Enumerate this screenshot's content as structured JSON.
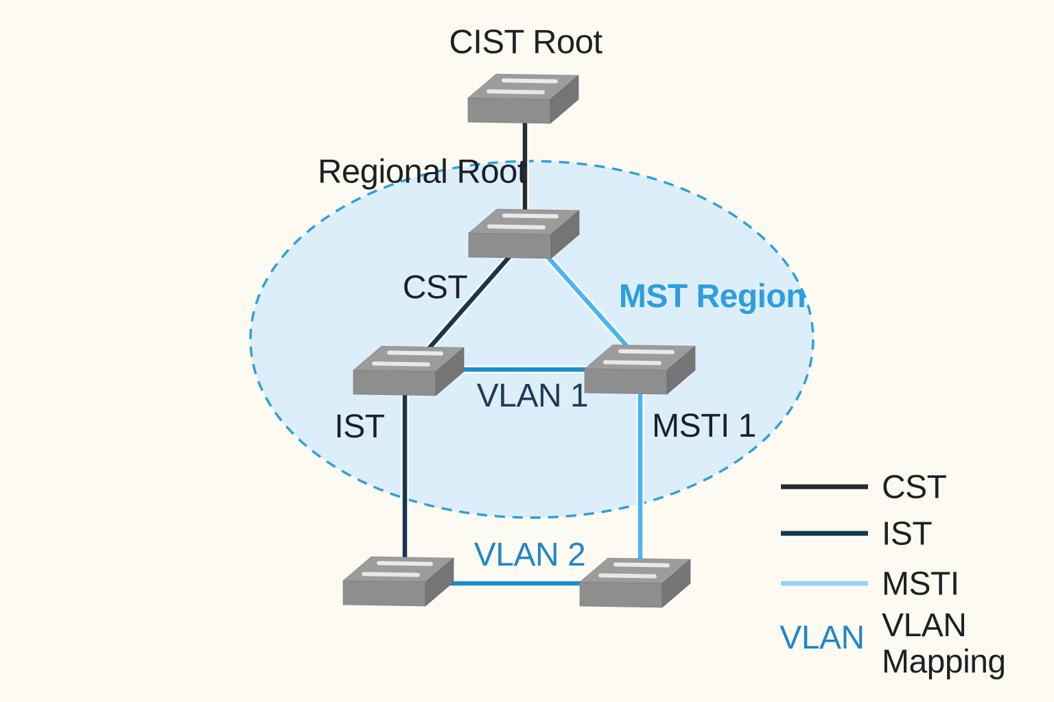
{
  "colors": {
    "background": "#fdfbf1",
    "region_fill": "#ddeefb",
    "region_border": "#2f9fdd",
    "cst_line": "#252b33",
    "ist_line": "#16374f",
    "msti_line": "#4ab5f0",
    "msti_legend_swatch": "#93d5f6",
    "vlan_line": "#1f8ccd",
    "dark_text": "#1d2025",
    "navy_text": "#1d3c55",
    "region_text": "#2d9ede",
    "vlan_blue_text": "#1f86c9",
    "switch_top": "#9c9c9c",
    "switch_front": "#8e8e8e",
    "switch_side": "#757575"
  },
  "nodes": {
    "cist_root": {
      "label": "CIST Root"
    },
    "regional_root": {
      "label": "Regional Root"
    }
  },
  "region": {
    "label": "MST Region"
  },
  "edges": {
    "cst": {
      "label": "CST"
    },
    "ist": {
      "label": "IST"
    },
    "msti1": {
      "label": "MSTI 1"
    },
    "vlan1": {
      "label": "VLAN 1"
    },
    "vlan2": {
      "label": "VLAN 2"
    }
  },
  "legend": {
    "items": [
      {
        "label": "CST",
        "swatch_color": "#262b33"
      },
      {
        "label": "IST",
        "swatch_color": "#16374f"
      },
      {
        "label": "MSTI",
        "swatch_color": "#93d5f6"
      },
      {
        "label": "VLAN Mapping",
        "swatch_text": "VLAN",
        "swatch_color": "#1f86c9"
      }
    ]
  }
}
